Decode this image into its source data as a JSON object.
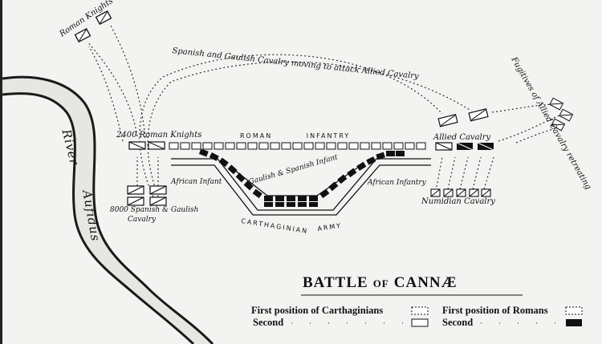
{
  "map": {
    "title": "BATTLE",
    "title_of": "OF",
    "title_place": "CANNÆ",
    "labels": {
      "roman_knights_driven_off": "Roman Knights driven off",
      "spanish_gaulish_cavalry_moving": "Spanish and Gaulish Cavalry moving to attack Allied Cavalry",
      "fugitives_allied_cavalry": "Fugitives of Allied Cavalry retreating",
      "roman_knights": "2400 Roman Knights",
      "roman_infantry": "ROMAN INFANTRY",
      "allied_cavalry": "Allied Cavalry",
      "african_infantry_left": "African Infant",
      "gaulish_spanish_infantry": "Gaulish & Spanish Infant",
      "african_infantry_right": "African Infantry",
      "spanish_gaulish_cavalry_8000": "8000 Spanish & Gaulish",
      "cavalry": "Cavalry",
      "numidian_cavalry": "Numidian Cavalry",
      "carthaginian": "CARTHAGINIAN",
      "army": "ARMY",
      "river_1": "River",
      "river_2": "Aufidus"
    },
    "legend": {
      "first_carthaginians": "First position of Carthaginians",
      "second_left": "Second",
      "first_romans": "First position of Romans",
      "second_right": "Second"
    }
  }
}
